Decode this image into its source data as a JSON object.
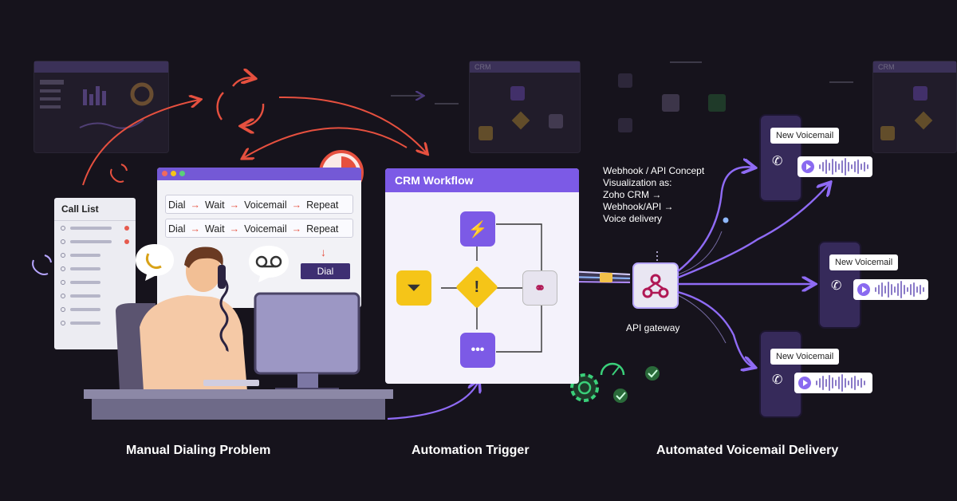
{
  "sections": {
    "manual": "Manual Dialing Problem",
    "trigger": "Automation Trigger",
    "delivery": "Automated Voicemail Delivery"
  },
  "call_list": {
    "title": "Call List"
  },
  "dial_window": {
    "sequence": [
      "Dial",
      "Wait",
      "Voicemail",
      "Repeat"
    ],
    "dial_button": "Dial"
  },
  "crm": {
    "title": "CRM Workflow"
  },
  "ghost_crm": "CRM",
  "webhook": {
    "line1": "Webhook / API Concept",
    "line2": "Visualization as:",
    "line3": "Zoho CRM →",
    "line4": "Webhook/API →",
    "line5": "Voice delivery"
  },
  "gateway": {
    "label": "API gateway"
  },
  "phones": [
    {
      "bubble": "New Voicemail"
    },
    {
      "bubble": "New Voicemail"
    },
    {
      "bubble": "New Voicemail"
    }
  ],
  "colors": {
    "accent": "#7c5ae6",
    "alert": "#e6503f",
    "trigger": "#f5c518",
    "success": "#3ad07a"
  }
}
